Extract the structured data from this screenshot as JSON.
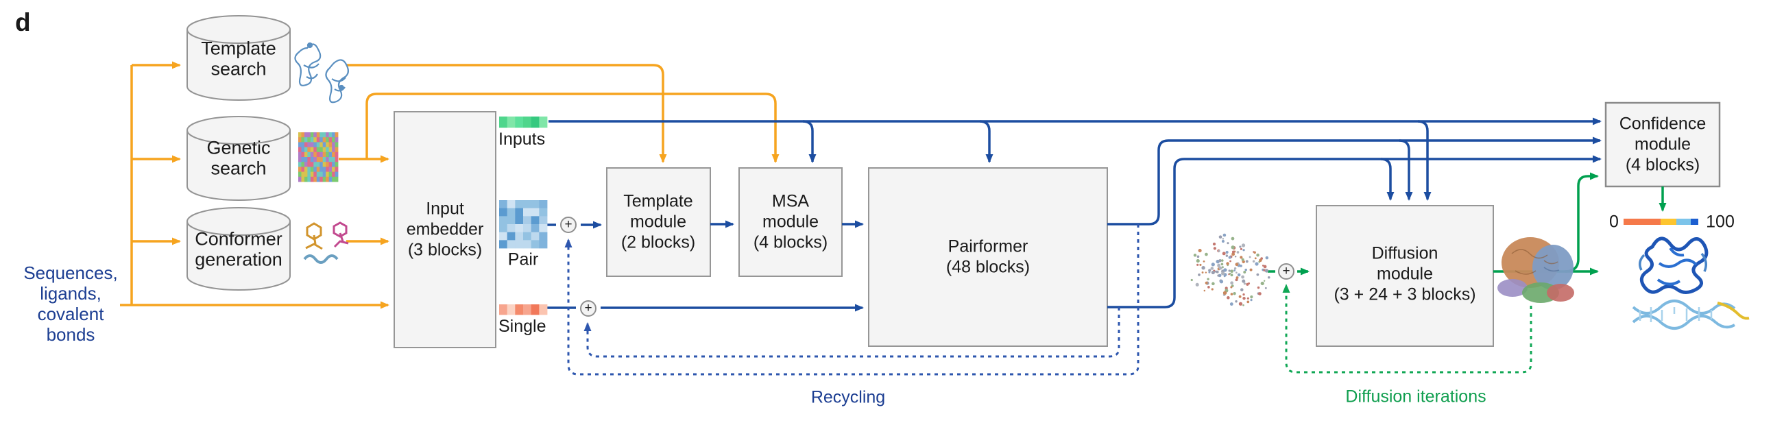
{
  "panel_label": "d",
  "input_sources": {
    "annotation_lines": [
      "Sequences,",
      "ligands,",
      "covalent",
      "bonds"
    ],
    "databases": [
      {
        "id": "template-search",
        "lines": [
          "Template",
          "search"
        ]
      },
      {
        "id": "genetic-search",
        "lines": [
          "Genetic",
          "search"
        ]
      },
      {
        "id": "conformer-generation",
        "lines": [
          "Conformer",
          "generation"
        ]
      }
    ]
  },
  "representations": {
    "inputs": {
      "label": "Inputs",
      "palette": [
        "#7fe6a8",
        "#4fd68c",
        "#36c97f",
        "#5ce09b",
        "#2fbb74",
        "#45d186"
      ]
    },
    "pair": {
      "label": "Pair",
      "palette": [
        "#cfe3f3",
        "#a8cce8",
        "#7fb3dc",
        "#5b9bd0",
        "#bdd9ee",
        "#93c2e2"
      ]
    },
    "single": {
      "label": "Single",
      "palette": [
        "#f7a58e",
        "#fbd3c4",
        "#f48a6b",
        "#fbc4b0",
        "#f1785a",
        "#f9b9a4"
      ]
    },
    "msa_tile_palette": [
      "#7bc96f",
      "#b07cc6",
      "#e89a4f",
      "#e06a8a",
      "#6f9fd8",
      "#d8c24f",
      "#6fc9c0"
    ]
  },
  "modules": {
    "input_embedder": {
      "lines": [
        "Input",
        "embedder",
        "(3 blocks)"
      ]
    },
    "template_module": {
      "lines": [
        "Template",
        "module",
        "(2 blocks)"
      ]
    },
    "msa_module": {
      "lines": [
        "MSA",
        "module",
        "(4 blocks)"
      ]
    },
    "pairformer": {
      "lines": [
        "Pairformer",
        "(48 blocks)"
      ]
    },
    "diffusion_module": {
      "lines": [
        "Diffusion",
        "module",
        "(3 + 24 + 3 blocks)"
      ]
    },
    "confidence_module": {
      "lines": [
        "Confidence",
        "module",
        "(4 blocks)"
      ]
    }
  },
  "operators": {
    "plus": "+"
  },
  "loops": {
    "recycling": "Recycling",
    "diffusion_iterations": "Diffusion iterations"
  },
  "confidence_scale": {
    "min_label": "0",
    "max_label": "100",
    "segment_colors": [
      "#f5794a",
      "#fdc52f",
      "#7cc4ea",
      "#1c5ed0"
    ],
    "segment_widths": [
      54,
      23,
      21,
      11
    ]
  },
  "colors": {
    "flow_orange": "#f6a41f",
    "flow_blue": "#1c4da0",
    "flow_blue_dashed": "#2d56ae",
    "flow_green": "#00a04f",
    "flow_green_dashed": "#10a755",
    "text_blue": "#1c3e92",
    "text_green": "#0f9e4e",
    "box_fill": "#f4f4f4",
    "box_border": "#949494"
  }
}
